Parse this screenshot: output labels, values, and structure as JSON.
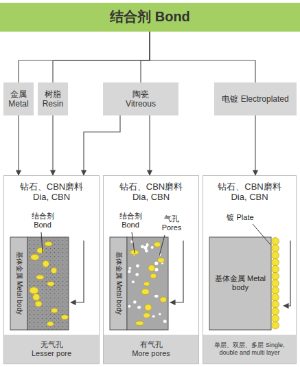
{
  "diagram": {
    "nodes": [
      {
        "text": [
          "结合剂 Bond"
        ]
      },
      {
        "text": [
          "金属 Metal"
        ]
      },
      {
        "text": [
          "树脂 Resin"
        ]
      },
      {
        "text": [
          "陶瓷 Vitreous"
        ]
      },
      {
        "text": [
          "电镀 Electroplated"
        ]
      },
      {
        "text": [
          "钻石、CBN磨料 Dia, CBN"
        ]
      },
      {
        "text": [
          "无气孔 Lesser pore"
        ],
        "in": 5
      },
      {
        "text": [
          "钻石、CBN磨料 Dia, CBN"
        ]
      },
      {
        "text": [
          "有气孔 More pores"
        ],
        "in": 7
      },
      {
        "text": [
          "钻石、CBN磨料 Dia, CBN"
        ]
      },
      {
        "text": [
          "单层、双层、多层 Single, double and multi layer"
        ],
        "in": 9
      }
    ],
    "edges": [
      {
        "from": 0,
        "to": 1,
        "arrow": "none"
      },
      {
        "from": 0,
        "to": 2,
        "arrow": "none"
      },
      {
        "from": 0,
        "to": 3,
        "arrow": "none"
      },
      {
        "from": 0,
        "to": 4,
        "arrow": "none"
      },
      {
        "from": 1,
        "to": 5,
        "arrow": "to"
      },
      {
        "from": 2,
        "to": 5,
        "arrow": "to"
      },
      {
        "from": 3,
        "to": 5,
        "arrow": "to"
      },
      {
        "from": 3,
        "to": 7,
        "arrow": "to"
      },
      {
        "from": 4,
        "to": 9,
        "arrow": "to"
      }
    ],
    "labels": [
      "结合剂 Bond",
      "基体金属 Metal body",
      "结合剂 Bond",
      "气孔 Pores",
      "基体金属 Metal body",
      "镀 Plate",
      "基体金属 Metal body"
    ]
  }
}
